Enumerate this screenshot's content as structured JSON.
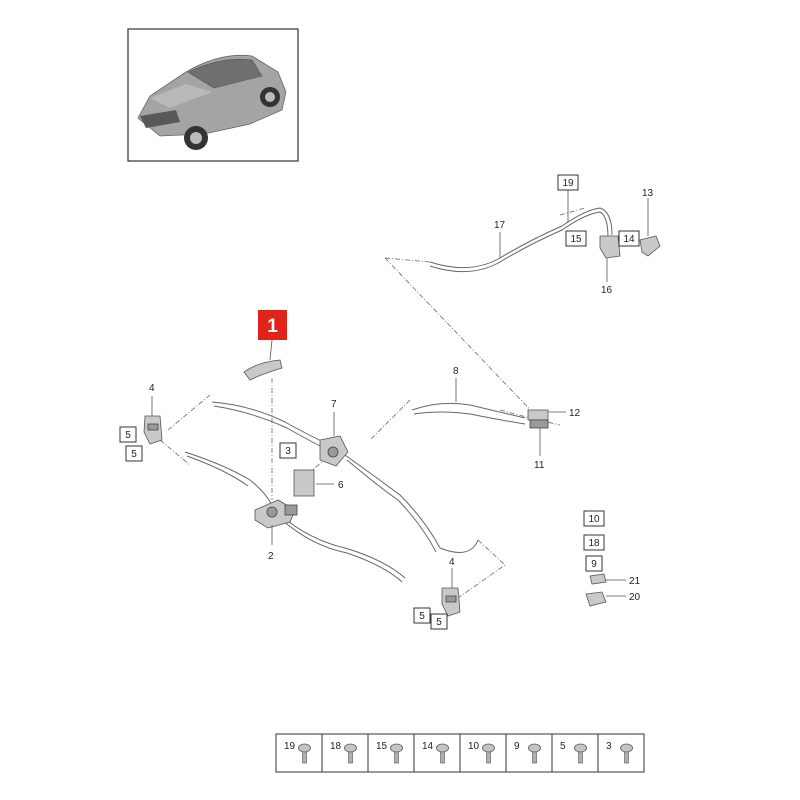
{
  "highlight_part": "1",
  "callouts": {
    "p1": "1",
    "p2": "2",
    "p3": "3",
    "p4a": "4",
    "p4b": "4",
    "p5a": "5",
    "p5b": "5",
    "p5c": "5",
    "p5d": "5",
    "p6": "6",
    "p7": "7",
    "p8": "8",
    "p10": "10",
    "p11": "11",
    "p12": "12",
    "p13": "13",
    "p14": "14",
    "p15": "15",
    "p16": "16",
    "p17": "17",
    "p18": "18",
    "p9": "9",
    "p19": "19",
    "p20": "20",
    "p21": "21"
  },
  "legend": [
    "19",
    "18",
    "15",
    "14",
    "10",
    "9",
    "5",
    "3"
  ],
  "colors": {
    "highlight": "#e2231a",
    "vehicle": "#9e9e9e"
  }
}
